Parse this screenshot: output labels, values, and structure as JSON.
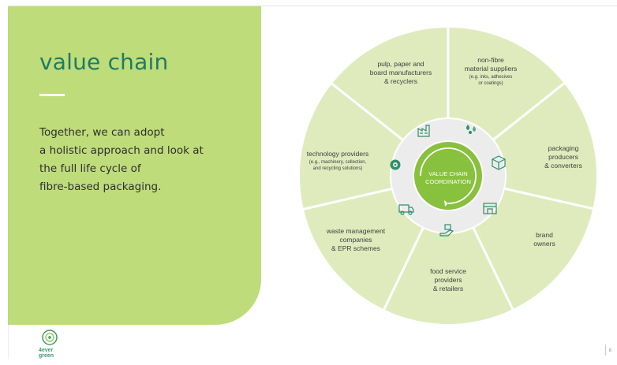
{
  "slide": {
    "title": "value chain",
    "body_lines": [
      "Together, we can adopt",
      "a holistic approach and look at",
      "the full life cycle of",
      "fibre-based packaging."
    ],
    "page_number": "8"
  },
  "logo": {
    "text": "4ever\ngreen",
    "icon": "4evergreen-logo-icon"
  },
  "diagram": {
    "center_label": "VALUE CHAIN\nCOORDINATION",
    "segments": [
      {
        "label": "pulp, paper and\nboard manufacturers\n& recyclers",
        "sub": "",
        "icon": "factory-icon"
      },
      {
        "label": "non-fibre\nmaterial suppliers",
        "sub": "(e.g. inks, adhesives\nor coatings)",
        "icon": "droplets-icon"
      },
      {
        "label": "packaging\nproducers\n& converters",
        "sub": "",
        "icon": "box-icon"
      },
      {
        "label": "brand\nowners",
        "sub": "",
        "icon": "store-icon"
      },
      {
        "label": "food service\nproviders\n& retailers",
        "sub": "",
        "icon": "hand-icon"
      },
      {
        "label": "waste management\ncompanies\n& EPR schemes",
        "sub": "",
        "icon": "truck-icon"
      },
      {
        "label": "technology providers",
        "sub": "(e.g., machinery, collection,\nand recycling solutions)",
        "icon": "gear-icon"
      }
    ]
  },
  "colors": {
    "panel_green": "#bedc7a",
    "title_green": "#1e7c63",
    "wheel_light": "#dfebbd",
    "inner_ring": "#ececec",
    "center_green": "#88c13d",
    "icon_green": "#2f8f6a"
  }
}
